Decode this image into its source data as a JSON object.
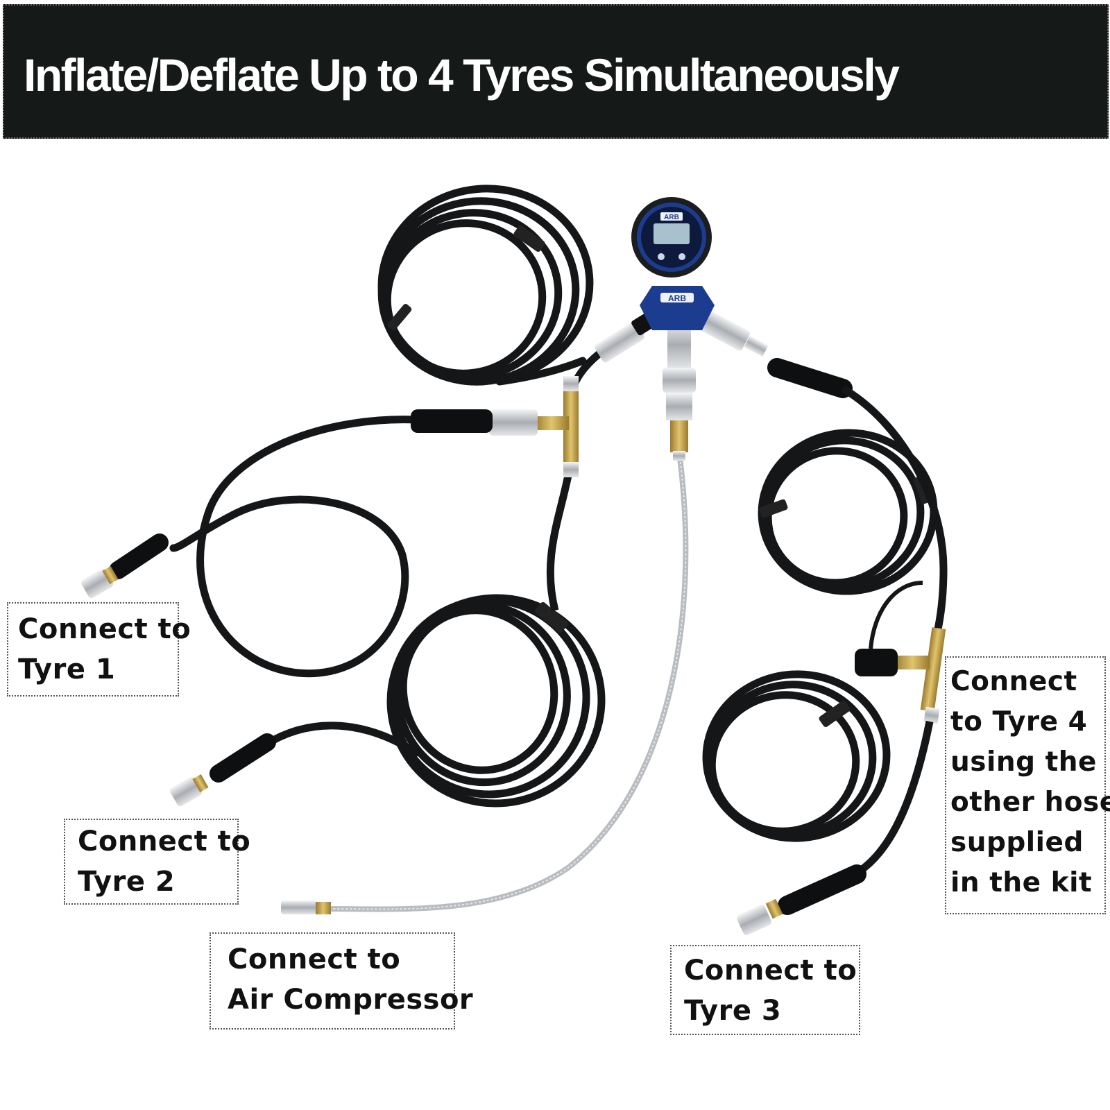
{
  "banner": {
    "title": "Inflate/Deflate Up to 4 Tyres Simultaneously"
  },
  "labels": {
    "tyre1": [
      "Connect to",
      "Tyre 1"
    ],
    "tyre2": [
      "Connect to",
      "Tyre 2"
    ],
    "air_compressor": [
      "Connect to",
      "Air Compressor"
    ],
    "tyre3": [
      "Connect to",
      "Tyre 3"
    ],
    "tyre4": [
      "Connect",
      "to Tyre 4",
      "using the",
      "other hose",
      "supplied",
      "in the kit"
    ]
  },
  "gauge": {
    "brand": "ARB"
  },
  "manifold": {
    "brand": "ARB"
  },
  "colors": {
    "banner_bg": "#151918",
    "hose": "#141618",
    "gauge_blue": "#1c3d8f",
    "braided_line": "#b9bcc0",
    "brass": "#c9a24a",
    "chrome": "#d6d8db"
  }
}
